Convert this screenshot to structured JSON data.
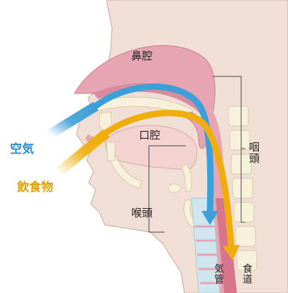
{
  "labels": {
    "air": "空気",
    "food": "飲食物",
    "nasal_cavity": "鼻腔",
    "oral_cavity": "口腔",
    "pharynx": "咽頭",
    "larynx": "喉頭",
    "trachea": "気管",
    "esophagus": "食道"
  },
  "colors": {
    "air_arrow": "#3d9fd8",
    "food_arrow": "#f0ae0c",
    "air_text": "#2f8ed3",
    "food_text": "#dda10c",
    "skin": "#f1dfd6",
    "tissue_pink": "#e7a4b2",
    "tissue_dark": "#d07f93",
    "bone": "#f7f1dc",
    "airway": "#cfe6ee",
    "esophagus_tube": "#d7768b"
  }
}
